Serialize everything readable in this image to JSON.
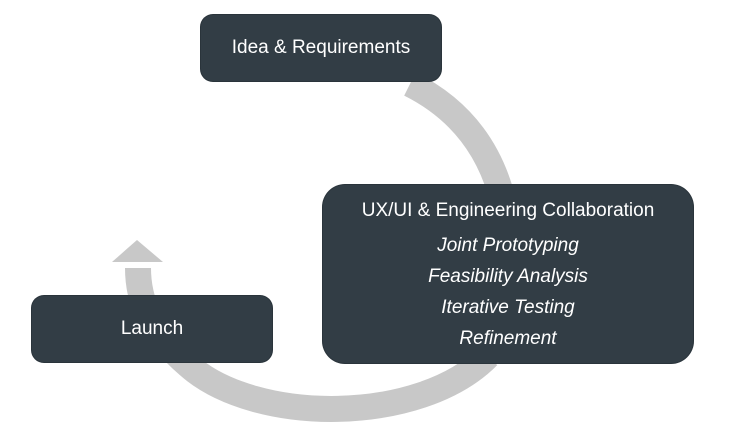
{
  "diagram": {
    "arrow_color": "#c8c8c8",
    "box_color": "#323d45",
    "text_color": "#ffffff",
    "nodes": {
      "idea": {
        "label": "Idea & Requirements"
      },
      "collaboration": {
        "title": "UX/UI & Engineering Collaboration",
        "items": [
          "Joint Prototyping",
          "Feasibility Analysis",
          "Iterative Testing",
          "Refinement"
        ]
      },
      "launch": {
        "label": "Launch"
      }
    }
  }
}
